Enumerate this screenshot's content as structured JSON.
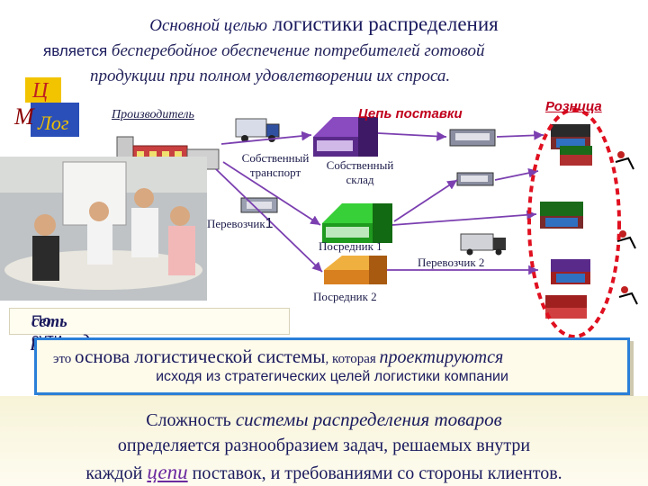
{
  "header": {
    "line1_a": "Основной целью",
    "line1_b": " логистики распределения",
    "line2_a": "является",
    "line2_b": " бесперебойное обеспечение потребителей готовой",
    "line3": "продукции при полном удовлетворении их спроса."
  },
  "logo": {
    "letter_top": "Ц",
    "letter_left": "М",
    "letter_right": "Лог"
  },
  "diagram": {
    "producer": "Производитель",
    "supply_chain": "Цепь поставки",
    "retail": "Розница",
    "own_transport": "Собственный транспорт",
    "own_transport_l1": "Собственный",
    "own_transport_l2": "транспорт",
    "own_warehouse_l1": "Собственный",
    "own_warehouse_l2": "склад",
    "carrier1_text": "Перевозчик",
    "carrier1_num": "1",
    "intermediary1": "Посредник 1",
    "carrier2": "Перевозчик 2",
    "intermediary2": "Посредник  2"
  },
  "box_left": {
    "part1": "По сути ",
    "part2": "сеть распределения"
  },
  "box_mid": {
    "p1": "это ",
    "p2": "основа логистической системы",
    "p3": ", которая ",
    "p4": "проектируются",
    "line2": "исходя из стратегических целей логистики компании"
  },
  "box_bottom": {
    "l1_a": "Сложность ",
    "l1_b": "системы распределения товаров",
    "l2": "определяется разнообразием задач, решаемых внутри",
    "l3_a": "каждой ",
    "l3_b": "цепи",
    "l3_c": " поставок, и требованиями со стороны клиентов."
  },
  "colors": {
    "title": "#1a1a5e",
    "accent_red": "#c0001c",
    "oval_red": "#e01020",
    "box_border": "#2a7fd8",
    "arrow": "#7b3fb0",
    "warehouse_green": "#2fbf2f",
    "warehouse_purple": "#6a2a9a",
    "warehouse_orange": "#e8a020"
  }
}
